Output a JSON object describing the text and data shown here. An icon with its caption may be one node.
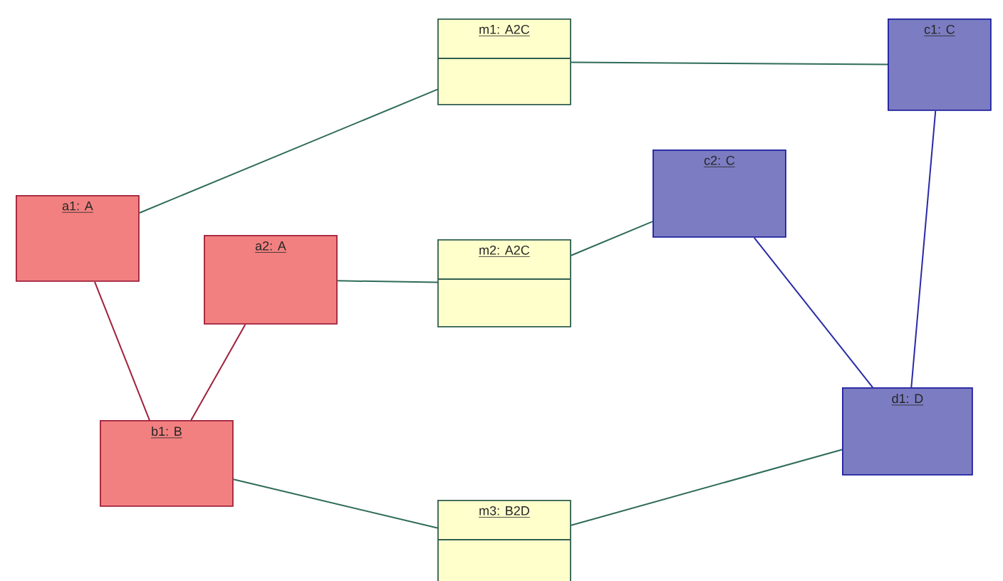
{
  "diagram": {
    "nodes": [
      {
        "text": [
          "m1: A2C"
        ]
      },
      {
        "text": [
          "c1: C"
        ]
      },
      {
        "text": [
          "a1: A"
        ]
      },
      {
        "text": [
          "c2: C"
        ]
      },
      {
        "text": [
          "a2: A"
        ]
      },
      {
        "text": [
          "m2: A2C"
        ]
      },
      {
        "text": [
          "b1: B"
        ]
      },
      {
        "text": [
          "d1: D"
        ]
      },
      {
        "text": [
          "m3: B2D"
        ]
      }
    ],
    "edges": [
      {
        "from": 2,
        "to": 0,
        "arrow": "none"
      },
      {
        "from": 0,
        "to": 1,
        "arrow": "none"
      },
      {
        "from": 4,
        "to": 5,
        "arrow": "none"
      },
      {
        "from": 5,
        "to": 3,
        "arrow": "none"
      },
      {
        "from": 2,
        "to": 6,
        "arrow": "none",
        "color": "#a0203a"
      },
      {
        "from": 4,
        "to": 6,
        "arrow": "none",
        "color": "#a0203a"
      },
      {
        "from": 3,
        "to": 7,
        "arrow": "none",
        "color": "#2a2aa8"
      },
      {
        "from": 1,
        "to": 7,
        "arrow": "none",
        "color": "#2a2aa8"
      },
      {
        "from": 6,
        "to": 8,
        "arrow": "none"
      },
      {
        "from": 8,
        "to": 7,
        "arrow": "none"
      }
    ]
  }
}
